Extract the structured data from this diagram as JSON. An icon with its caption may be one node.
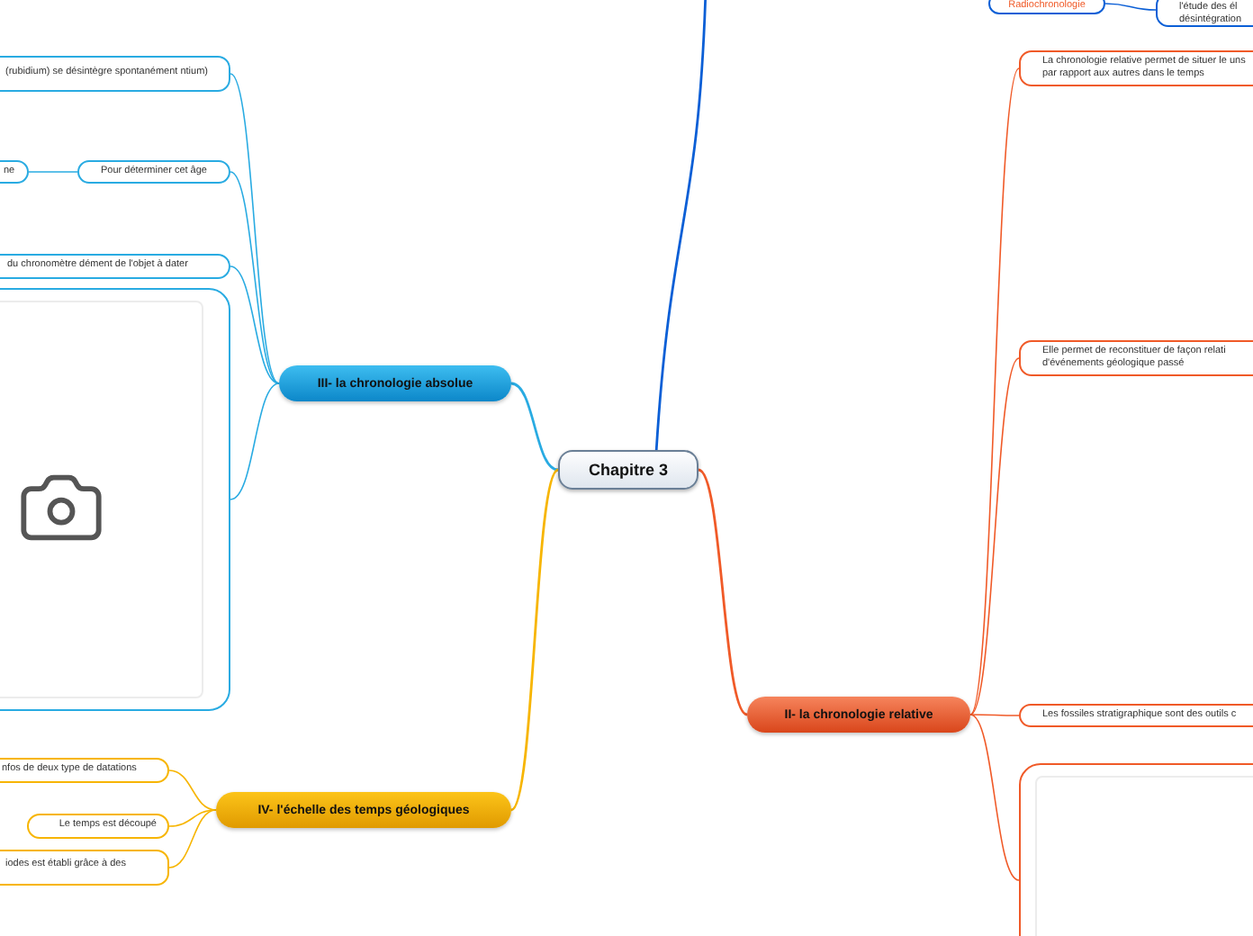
{
  "diagram": {
    "nodes": [
      {
        "text": [
          "Chapitre 3"
        ]
      },
      {
        "text": [
          "III- la chronologie absolue"
        ]
      },
      {
        "text": [
          "(rubidium) se désintègre spontanément ntium)"
        ]
      },
      {
        "text": [
          "ne"
        ]
      },
      {
        "text": [
          "Pour déterminer cet âge"
        ]
      },
      {
        "text": [
          "du chronomètre dément de l'objet à dater"
        ]
      },
      {
        "text": [],
        "shape": "picture"
      },
      {
        "text": [
          "IV- l'échelle des temps géologiques"
        ]
      },
      {
        "text": [
          "nfos de deux type de datations"
        ]
      },
      {
        "text": [
          "Le temps est découpé"
        ]
      },
      {
        "text": [
          "iodes est établi grâce à des"
        ]
      },
      {
        "text": [
          "II- la chronologie relative"
        ]
      },
      {
        "text": [
          "La chronologie relative permet de situer le uns par rapport aux autres dans le temps"
        ]
      },
      {
        "text": [
          "Elle permet de reconstituer de façon relati d'événements  géologique passé"
        ]
      },
      {
        "text": [
          "Les fossiles stratigraphique sont des outils c"
        ]
      },
      {
        "text": [],
        "shape": "picture"
      },
      {
        "text": [
          "Radiochronologie"
        ]
      },
      {
        "text": [
          "l'étude des él désintégration"
        ]
      }
    ],
    "edges": [
      {
        "from": 0,
        "to": 1,
        "arrow": "none",
        "color": "#29abe2"
      },
      {
        "from": 0,
        "to": 7,
        "arrow": "none",
        "color": "#f7b500"
      },
      {
        "from": 0,
        "to": 11,
        "arrow": "none",
        "color": "#f05a28"
      },
      {
        "from": 0,
        "to": null,
        "arrow": "none",
        "color": "#0b5fd6"
      },
      {
        "from": 1,
        "to": 2,
        "arrow": "none",
        "color": "#29abe2"
      },
      {
        "from": 1,
        "to": 4,
        "arrow": "none",
        "color": "#29abe2"
      },
      {
        "from": 4,
        "to": 3,
        "arrow": "none",
        "color": "#29abe2"
      },
      {
        "from": 1,
        "to": 5,
        "arrow": "none",
        "color": "#29abe2"
      },
      {
        "from": 1,
        "to": 6,
        "arrow": "none",
        "color": "#29abe2"
      },
      {
        "from": 7,
        "to": 8,
        "arrow": "none",
        "color": "#f7b500"
      },
      {
        "from": 7,
        "to": 9,
        "arrow": "none",
        "color": "#f7b500"
      },
      {
        "from": 7,
        "to": 10,
        "arrow": "none",
        "color": "#f7b500"
      },
      {
        "from": 11,
        "to": 12,
        "arrow": "none",
        "color": "#f05a28"
      },
      {
        "from": 11,
        "to": 13,
        "arrow": "none",
        "color": "#f05a28"
      },
      {
        "from": 11,
        "to": 14,
        "arrow": "none",
        "color": "#f05a28"
      },
      {
        "from": 11,
        "to": 15,
        "arrow": "none",
        "color": "#f05a28"
      },
      {
        "from": 16,
        "to": 17,
        "arrow": "none",
        "color": "#0b5fd6"
      }
    ]
  }
}
